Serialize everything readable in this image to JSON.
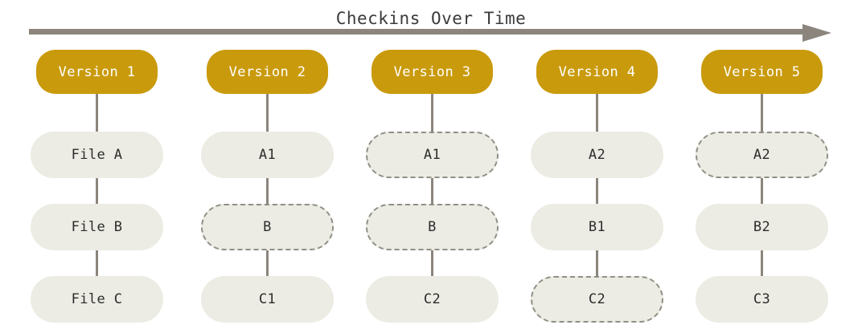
{
  "title": "Checkins Over Time",
  "colors": {
    "version_badge": "#c99a0c",
    "version_text": "#ffffff",
    "file_box": "#ecece4",
    "file_text": "#2c2c2c",
    "connector": "#8c857d",
    "arrow": "#8c857d",
    "dashed_border": "#8f8f86",
    "background": "#ffffff"
  },
  "arrow": {
    "label": "timeline-arrow",
    "direction": "right"
  },
  "columns": [
    {
      "version_label": "Version 1",
      "files": [
        {
          "label": "File A",
          "style": "solid"
        },
        {
          "label": "File B",
          "style": "solid"
        },
        {
          "label": "File C",
          "style": "solid"
        }
      ]
    },
    {
      "version_label": "Version 2",
      "files": [
        {
          "label": "A1",
          "style": "solid"
        },
        {
          "label": "B",
          "style": "dashed"
        },
        {
          "label": "C1",
          "style": "solid"
        }
      ]
    },
    {
      "version_label": "Version 3",
      "files": [
        {
          "label": "A1",
          "style": "dashed"
        },
        {
          "label": "B",
          "style": "dashed"
        },
        {
          "label": "C2",
          "style": "solid"
        }
      ]
    },
    {
      "version_label": "Version 4",
      "files": [
        {
          "label": "A2",
          "style": "solid"
        },
        {
          "label": "B1",
          "style": "solid"
        },
        {
          "label": "C2",
          "style": "dashed"
        }
      ]
    },
    {
      "version_label": "Version 5",
      "files": [
        {
          "label": "A2",
          "style": "dashed"
        },
        {
          "label": "B2",
          "style": "solid"
        },
        {
          "label": "C3",
          "style": "solid"
        }
      ]
    }
  ]
}
